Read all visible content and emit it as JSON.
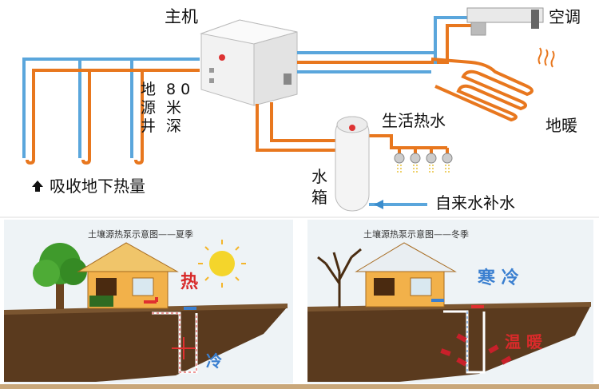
{
  "top": {
    "main_unit": "主机",
    "aircon": "空调",
    "floor_heating": "地暖",
    "hot_water": "生活热水",
    "tank_char1": "水",
    "tank_char2": "箱",
    "water_supply": "自来水补水",
    "absorb": "吸收地下热量",
    "well_col1": [
      "地",
      "源",
      "井"
    ],
    "well_col2": [
      "8 0",
      "米",
      "深"
    ]
  },
  "summer": {
    "title": "土壤源热泵示意图——夏季",
    "heat": "热",
    "cold": "冷"
  },
  "winter": {
    "title": "土壤源热泵示意图——冬季",
    "cold": "寒 冷",
    "warm": "温 暖"
  },
  "colors": {
    "pipe_orange": "#e8771e",
    "pipe_blue": "#5aa6dc",
    "soil": "#5a3a1e",
    "sky_bg": "#eef3f6",
    "footer_line": "#c9a77a"
  }
}
